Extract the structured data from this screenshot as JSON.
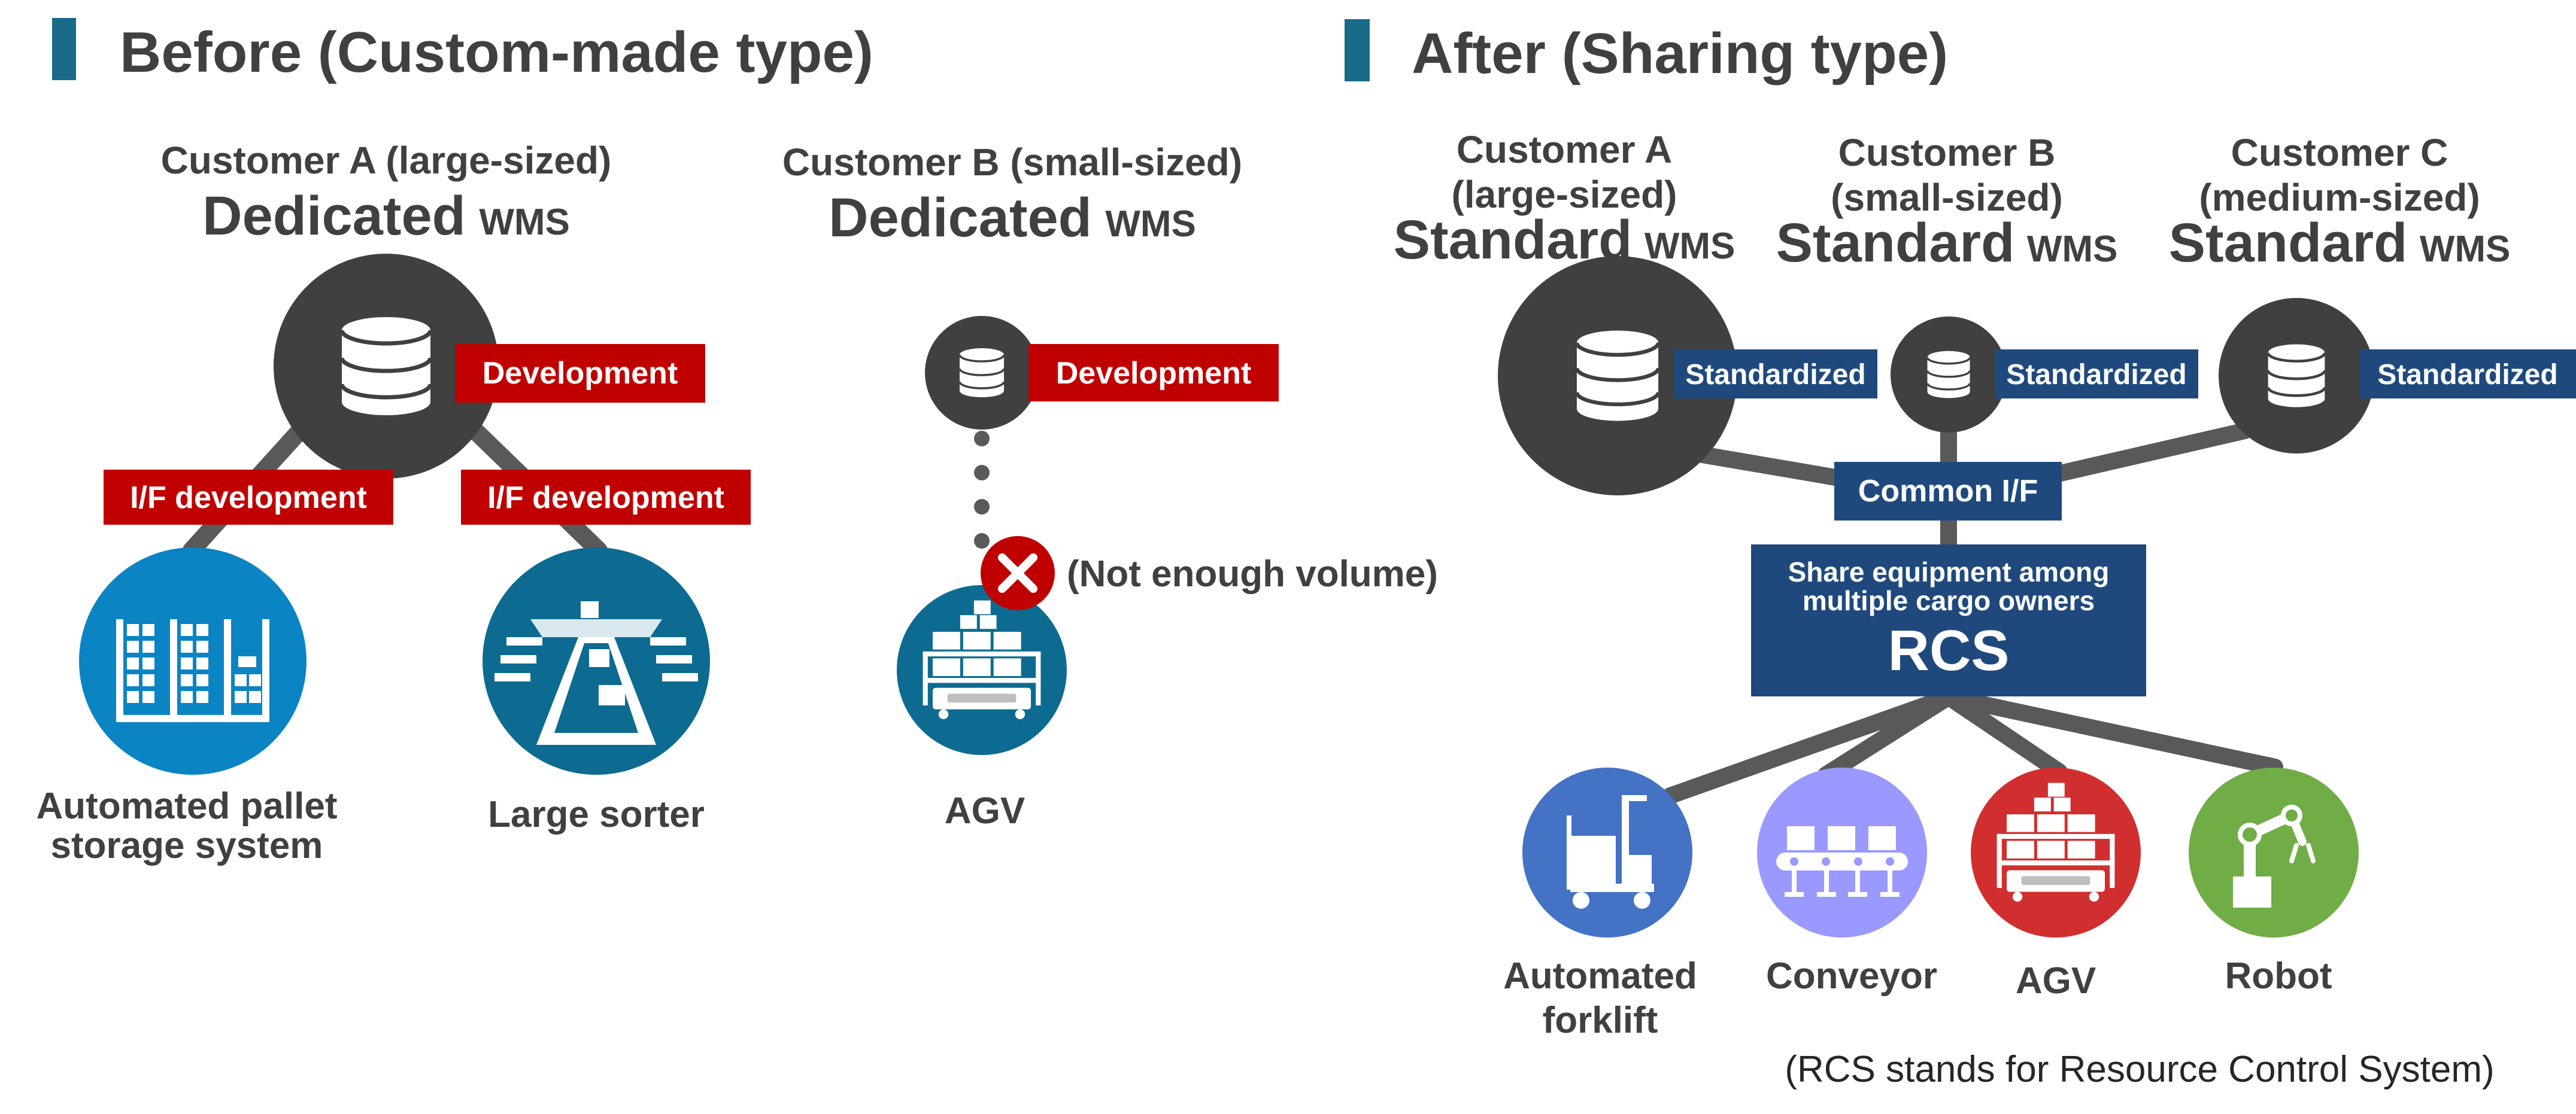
{
  "colors": {
    "title_bar": "#1a6a8a",
    "text": "#404040",
    "red_tag": "#c00000",
    "navy_tag": "#1f497d",
    "db_node": "#404040",
    "connector": "#595959",
    "pallet_circle": "#0b84c4",
    "sorter_circle": "#0d6b91",
    "agv_circle": "#0d6b91",
    "forklift_circle": "#4472c4",
    "conveyor_circle": "#9999ff",
    "agv_red_circle": "#d12f2f",
    "robot_circle": "#70ad47",
    "error_badge": "#c00000"
  },
  "before": {
    "title": "Before (Custom-made type)",
    "customer_a": {
      "name": "Customer A (large-sized)",
      "system_main": "Dedicated",
      "system_suffix": "WMS",
      "tag": "Development",
      "left_link_tag": "I/F development",
      "right_link_tag": "I/F development",
      "left_device": {
        "icon": "pallet-storage-icon",
        "label_lines": [
          "Automated pallet",
          "storage system"
        ]
      },
      "right_device": {
        "icon": "sorter-icon",
        "label_lines": [
          "Large sorter"
        ]
      }
    },
    "customer_b": {
      "name": "Customer B (small-sized)",
      "system_main": "Dedicated",
      "system_suffix": "WMS",
      "tag": "Development",
      "error_icon": "close-icon",
      "error_note": "(Not enough volume)",
      "device": {
        "icon": "agv-icon",
        "label_lines": [
          "AGV"
        ]
      }
    }
  },
  "after": {
    "title": "After (Sharing type)",
    "customers": [
      {
        "name_lines": [
          "Customer A",
          "(large-sized)"
        ],
        "system_main": "Standard",
        "system_suffix": "WMS",
        "tag": "Standardized"
      },
      {
        "name_lines": [
          "Customer B",
          "(small-sized)"
        ],
        "system_main": "Standard",
        "system_suffix": "WMS",
        "tag": "Standardized"
      },
      {
        "name_lines": [
          "Customer C",
          "(medium-sized)"
        ],
        "system_main": "Standard",
        "system_suffix": "WMS",
        "tag": "Standardized"
      }
    ],
    "common_if": "Common I/F",
    "rcs": {
      "line1": "Share equipment among",
      "line2": "multiple cargo owners",
      "name": "RCS"
    },
    "devices": [
      {
        "icon": "forklift-icon",
        "label_lines": [
          "Automated",
          "forklift"
        ]
      },
      {
        "icon": "conveyor-icon",
        "label_lines": [
          "Conveyor"
        ]
      },
      {
        "icon": "agv-icon",
        "label_lines": [
          "AGV"
        ]
      },
      {
        "icon": "robot-arm-icon",
        "label_lines": [
          "Robot"
        ]
      }
    ],
    "footnote": "(RCS stands for Resource Control System)"
  }
}
